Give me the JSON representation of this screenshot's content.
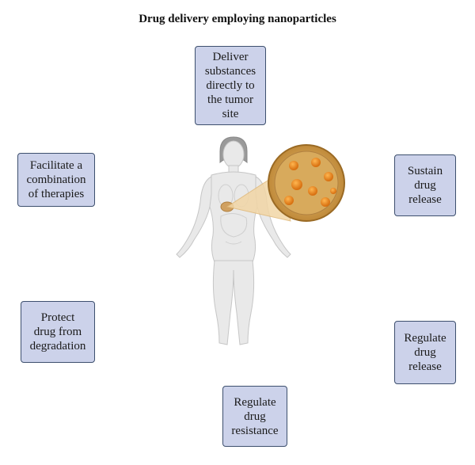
{
  "title": "Drug delivery employing nanoparticles",
  "benefits": {
    "deliver": "Deliver\nsubstances\ndirectly to\nthe tumor\nsite",
    "combination": "Facilitate a\ncombination\nof therapies",
    "sustain": "Sustain\ndrug\nrelease",
    "protect": "Protect\ndrug from\ndegradation",
    "regulate_release": "Regulate\ndrug\nrelease",
    "regulate_resistance": "Regulate\ndrug\nresistance"
  },
  "colors": {
    "box_fill": "#ccd2ea",
    "box_border": "#3d4f6e",
    "body_fill": "#e9e9e9",
    "nanoparticle_shell": "#c99a4a",
    "nanoparticle_core": "#e8912a",
    "callout": "#f2d6a6"
  },
  "icons": {
    "figure": "human-body-figure-icon",
    "nanoparticle": "nanoparticle-cross-section-icon"
  }
}
